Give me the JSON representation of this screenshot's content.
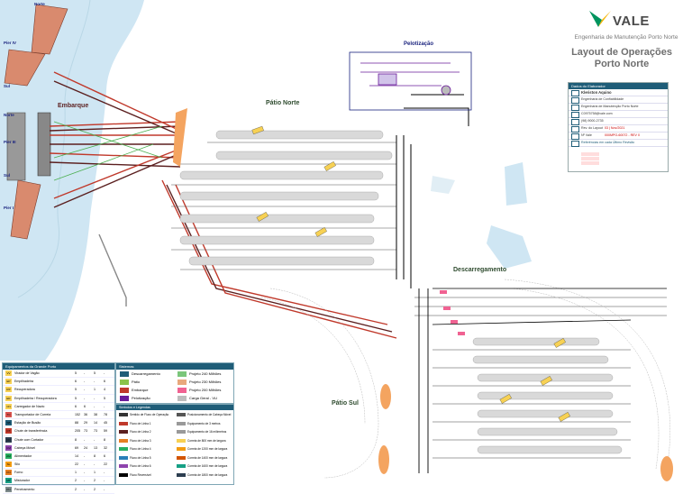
{
  "brand": {
    "name": "VALE",
    "subtitle": "Engenharia de Manutenção Porto Norte"
  },
  "title": {
    "line1": "Layout de Operações",
    "line2": "Porto Norte"
  },
  "colors": {
    "belt_red": "#c0392b",
    "belt_dark": "#5b1f1f",
    "sea": "#cfe6f3",
    "stockpile": "#d9d9d9",
    "header": "#1f5d78",
    "orange": "#f4a460"
  },
  "areas": {
    "patio_norte": "Pátio Norte",
    "patio_sul": "Pátio Sul",
    "embarque": "Embarque",
    "pelotizacao": "Pelotização",
    "descarregamento": "Descarregamento"
  },
  "piers": {
    "norte": "Norte",
    "pier4": "Píer IV",
    "sul": "Sul",
    "pier3": "Píer III",
    "pier1": "Píer I"
  },
  "info_box": {
    "header": "Dados do Elaborador",
    "rows": [
      {
        "label": "Kleriston Aquino"
      },
      {
        "label": "Engenharia de Confiabilidade"
      },
      {
        "label": "Engenharia de Manutenção Porto Norte"
      },
      {
        "label": "C0975758@vale.com"
      },
      {
        "label": "(98) 9000-2735"
      },
      {
        "label": "Rev. do Layout",
        "value": "03 | Nov/2021"
      },
      {
        "label": "Nº Vale",
        "value": "000MPO-60072 - REV 0"
      }
    ],
    "legend_header": "Referências em cada Último Revisão"
  },
  "equipment_panel": {
    "header": "Equipamentos da Grande Porto",
    "rows": [
      {
        "code": "VV",
        "name": "Virador de Vagão",
        "a": "5",
        "b": "-",
        "c": "5",
        "d": "-",
        "color": "#f7d154"
      },
      {
        "code": "EP",
        "name": "Empilhadeira",
        "a": "6",
        "b": "-",
        "c": "-",
        "d": "6",
        "color": "#f7d154"
      },
      {
        "code": "RP",
        "name": "Recuperadora",
        "a": "5",
        "b": "-",
        "c": "1",
        "d": "4",
        "color": "#f7d154"
      },
      {
        "code": "ER",
        "name": "Empilhadeira / Recuperadora",
        "a": "5",
        "b": "-",
        "c": "-",
        "d": "5",
        "color": "#f7d154"
      },
      {
        "code": "CN",
        "name": "Carregador de Navio",
        "a": "6",
        "b": "6",
        "c": "-",
        "d": "-",
        "color": "#f7d154"
      },
      {
        "code": "TC",
        "name": "Transportador de Correia",
        "a": "152",
        "b": "36",
        "c": "38",
        "d": "78",
        "color": "#d9534f"
      },
      {
        "code": "SB",
        "name": "Estação de Busão",
        "a": "88",
        "b": "29",
        "c": "14",
        "d": "45",
        "color": "#1f5d78"
      },
      {
        "code": "CT",
        "name": "Chute de transferência",
        "a": "205",
        "b": "73",
        "c": "73",
        "d": "59",
        "color": "#c0392b"
      },
      {
        "code": "CC",
        "name": "Chute com Cortador",
        "a": "8",
        "b": "-",
        "c": "-",
        "d": "8",
        "color": "#2c3e50"
      },
      {
        "code": "CM",
        "name": "Cabeça Móvel",
        "a": "69",
        "b": "24",
        "c": "13",
        "d": "32",
        "color": "#8e44ad"
      },
      {
        "code": "AM",
        "name": "Alimentador",
        "a": "14",
        "b": "-",
        "c": "8",
        "d": "6",
        "color": "#27ae60"
      },
      {
        "code": "SL",
        "name": "Silo",
        "a": "22",
        "b": "-",
        "c": "-",
        "d": "22",
        "color": "#f39c12"
      },
      {
        "code": "FN",
        "name": "Forno",
        "a": "1",
        "b": "-",
        "c": "1",
        "d": "-",
        "color": "#e67e22"
      },
      {
        "code": "MT",
        "name": "Misturador",
        "a": "2",
        "b": "-",
        "c": "2",
        "d": "-",
        "color": "#16a085"
      },
      {
        "code": "PN",
        "name": "Peneiramento",
        "a": "2",
        "b": "-",
        "c": "2",
        "d": "-",
        "color": "#7f8c8d"
      }
    ]
  },
  "systems_panel": {
    "header": "Sistemas",
    "items": [
      {
        "label": "Descarregamento",
        "color": "#1f5d78"
      },
      {
        "label": "Pátio",
        "color": "#8bc34a"
      },
      {
        "label": "Embarque",
        "color": "#c0392b"
      },
      {
        "label": "Pelotização",
        "color": "#6a1b9a"
      },
      {
        "label": "Projeto 240 Milhões",
        "color": "#7bc67b"
      },
      {
        "label": "Projeto 230 Milhões",
        "color": "#e8a87c"
      },
      {
        "label": "Projeto 200 Milhões",
        "color": "#f06292"
      },
      {
        "label": "Carga Geral - VLI",
        "color": "#bdbdbd"
      }
    ]
  },
  "legend_panel": {
    "header": "Símbolos e Legendas",
    "items": [
      {
        "label": "Sentido de Fluxo de Operação",
        "color": "#333333"
      },
      {
        "label": "Fluxo de Linha 1",
        "color": "#c0392b"
      },
      {
        "label": "Fluxo de Linha 2",
        "color": "#5b1f1f"
      },
      {
        "label": "Fluxo de Linha 3",
        "color": "#e67e22"
      },
      {
        "label": "Fluxo de Linha 4",
        "color": "#27ae60"
      },
      {
        "label": "Fluxo de Linha 5",
        "color": "#2980b9"
      },
      {
        "label": "Fluxo de Linha 6",
        "color": "#8e44ad"
      },
      {
        "label": "Fluxo Reversível",
        "color": "#000000"
      },
      {
        "label": "Posicionamento de Cabeça Móvel",
        "color": "#555555"
      },
      {
        "label": "Equipamento de 3 metros",
        "color": "#999999"
      },
      {
        "label": "Equipamento de 16 milímetros",
        "color": "#999999"
      },
      {
        "label": "Correia de 800 mm de largura",
        "color": "#f7d154"
      },
      {
        "label": "Correia de 1200 mm de largura",
        "color": "#f39c12"
      },
      {
        "label": "Correia de 1400 mm de largura",
        "color": "#d35400"
      },
      {
        "label": "Correia de 1600 mm de largura",
        "color": "#16a085"
      },
      {
        "label": "Correia de 1800 mm de largura",
        "color": "#2c3e50"
      }
    ]
  }
}
